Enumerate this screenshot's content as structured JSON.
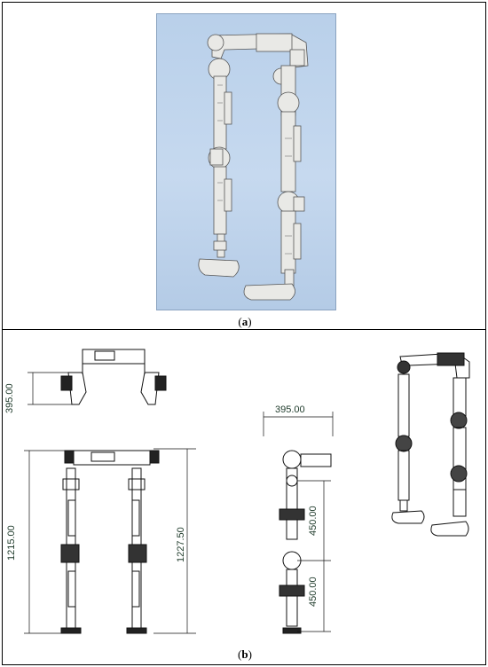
{
  "panel_a": {
    "caption_open": "(",
    "caption_letter": "a",
    "caption_close": ")"
  },
  "panel_b": {
    "caption_open": "(",
    "caption_letter": "b",
    "caption_close": ")",
    "dimensions": {
      "top_view_depth": "395.00",
      "front_left_height": "1215.00",
      "front_right_height": "1227.50",
      "side_width": "395.00",
      "side_thigh": "450.00",
      "side_shank": "450.00"
    }
  },
  "colors": {
    "render_background": "#c2d6ee",
    "part_fill": "#e9e9e6",
    "part_stroke": "#555555",
    "line_art": "#111111"
  }
}
